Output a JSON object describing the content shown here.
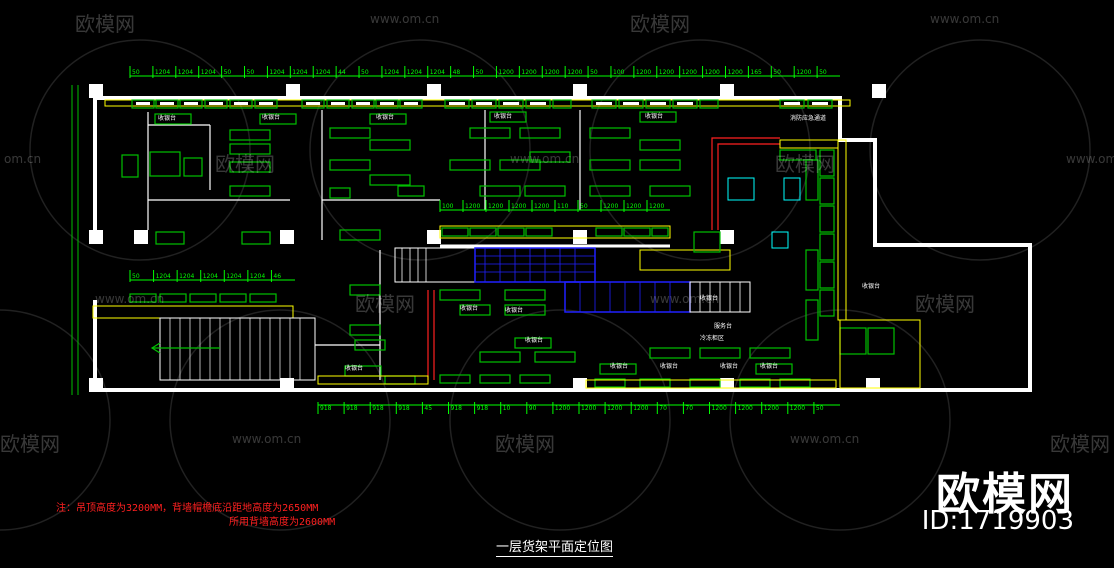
{
  "drawing": {
    "title": "一层货架平面定位图",
    "notes": [
      "注：吊顶高度为3200MM，背墙帽檐底沿距地高度为2650MM",
      "所用背墙高度为2600MM"
    ],
    "brand": "欧模网",
    "brand_id": "ID:1719903",
    "watermark_text": "欧模网",
    "watermark_url": "www.om.cn",
    "watermark_url_short": "om.cn",
    "room_labels": [
      "消防应急通道",
      "收银台",
      "服务台",
      "冷冻柜区",
      "收银台",
      "收银台",
      "收银台",
      "收银台",
      "收银台",
      "收银台",
      "收银台",
      "收银台",
      "收银台",
      "收银台",
      "收银台",
      "收银台",
      "收银台",
      "收银台"
    ],
    "dims_top": [
      "50",
      "1204",
      "1204",
      "1204",
      "50",
      "50",
      "1204",
      "1204",
      "1204",
      "44",
      "50",
      "1204",
      "1204",
      "1204",
      "48",
      "50",
      "1200",
      "1200",
      "1200",
      "1200",
      "50",
      "100",
      "1200",
      "1200",
      "1200",
      "1200",
      "1200",
      "165",
      "50",
      "1200",
      "50"
    ],
    "dims_mid": [
      "100",
      "1200",
      "1200",
      "1200",
      "1200",
      "110",
      "50",
      "1200",
      "1200",
      "1200"
    ],
    "dims_left": [
      "50",
      "1204",
      "1204",
      "1204",
      "1204",
      "1204",
      "46"
    ],
    "dims_bottom": [
      "918",
      "918",
      "918",
      "918",
      "45",
      "918",
      "918",
      "10",
      "90",
      "1200",
      "1200",
      "1200",
      "1200",
      "70",
      "70",
      "1200",
      "1200",
      "1200",
      "1200",
      "50"
    ],
    "colors": {
      "background": "#000000",
      "wall": "#ffffff",
      "shelf": "#00c000",
      "dimension": "#00ff00",
      "accent_yellow": "#ffff00",
      "escalator": "#2020ff",
      "pipe": "#ff2020",
      "cyan": "#00ffff",
      "note": "#ff2020"
    }
  }
}
